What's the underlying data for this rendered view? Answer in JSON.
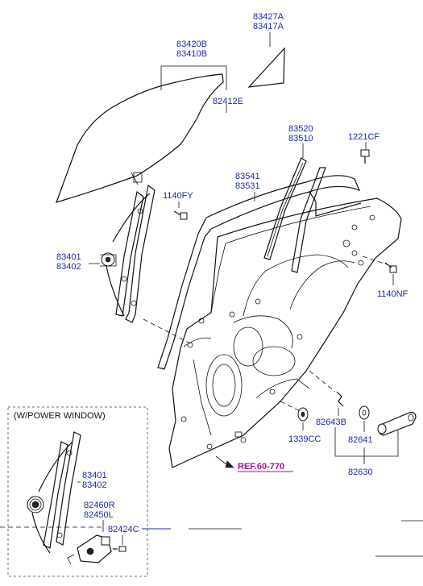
{
  "labels": {
    "quarter_glass": [
      "83427A",
      "83417A"
    ],
    "door_glass": [
      "83420B",
      "83410B"
    ],
    "glass_run_clip": "82412E",
    "channel": [
      "83520",
      "83510"
    ],
    "screw_1221cf": "1221CF",
    "bolt_1140fy": "1140FY",
    "weatherstrip": [
      "83541",
      "83531"
    ],
    "regulator_manual": [
      "83401",
      "83402"
    ],
    "bolt_1140nf": "1140NF",
    "clip_82643b": "82643B",
    "grommet_1339cc": "1339CC",
    "handle_82641": "82641",
    "handle_assy_82630": "82630",
    "reference": "REF.60-770",
    "power_window_box_title": "(W/POWER WINDOW)",
    "regulator_power": [
      "83401",
      "83402"
    ],
    "motor": [
      "82460R",
      "82450L"
    ],
    "connector_82424c": "82424C"
  },
  "colors": {
    "label_blue": "#1a2aa8",
    "reference_magenta": "#b0108a",
    "line_black": "#111111"
  }
}
